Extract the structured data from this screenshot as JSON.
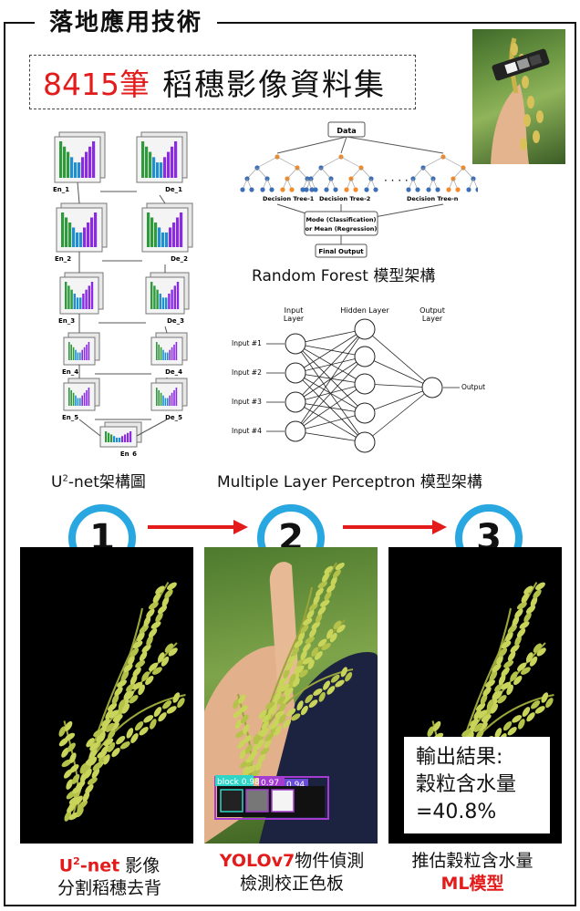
{
  "header": {
    "title": "落地應用技術"
  },
  "dataset": {
    "count": "8415筆",
    "label": "稻穗影像資料集"
  },
  "unet": {
    "caption_main": "U",
    "caption_sup": "2",
    "caption_rest": "-net架構圖",
    "encoder_labels": [
      "En_1",
      "En_2",
      "En_3",
      "En_4",
      "En_5",
      "En_6"
    ],
    "decoder_labels": [
      "De_1",
      "De_2",
      "De_3",
      "De_4",
      "De_5"
    ]
  },
  "random_forest": {
    "data_label": "Data",
    "trees": [
      "Decision Tree-1",
      "Decision Tree-2",
      "Decision Tree-n"
    ],
    "dots": "· · · ·",
    "mode_line1": "Mode (Classification)",
    "mode_line2": "or Mean (Regression)",
    "final_label": "Final Output",
    "caption": "Random Forest 模型架構"
  },
  "mlp": {
    "input_layer_label": [
      "Input",
      "Layer"
    ],
    "hidden_layer_label": "Hidden Layer",
    "output_layer_label": [
      "Output",
      "Layer"
    ],
    "inputs": [
      "Input #1",
      "Input #2",
      "Input #3",
      "Input #4"
    ],
    "output_label": "Output",
    "caption": "Multiple Layer Perceptron 模型架構"
  },
  "steps": [
    {
      "number": "1"
    },
    {
      "number": "2"
    },
    {
      "number": "3"
    }
  ],
  "panels": {
    "detection_labels": [
      "block 0.98",
      "0.97",
      "0.94"
    ],
    "result_lines": [
      "輸出結果:",
      "穀粒含水量",
      "=40.8%"
    ]
  },
  "captions": {
    "step1_red_main": "U",
    "step1_red_sup": "2",
    "step1_red_rest": "-net",
    "step1_black_1": " 影像",
    "step1_line2": "分割稻穗去背",
    "step2_red": "YOLOv7",
    "step2_black_1": "物件偵測",
    "step2_line2": "檢測校正色板",
    "step3_line1": "推估穀粒含水量",
    "step3_red": "ML模型"
  },
  "colors": {
    "accent_red": "#e31b1b",
    "step_ring": "#29a7e1",
    "unet_green": "#2e9a3c",
    "unet_blue": "#1f8fd1",
    "unet_purple": "#8a2be2",
    "rf_orange": "#f08c2a",
    "rf_blue": "#3d6fb6",
    "rice_yellow": "#c9d45a"
  }
}
